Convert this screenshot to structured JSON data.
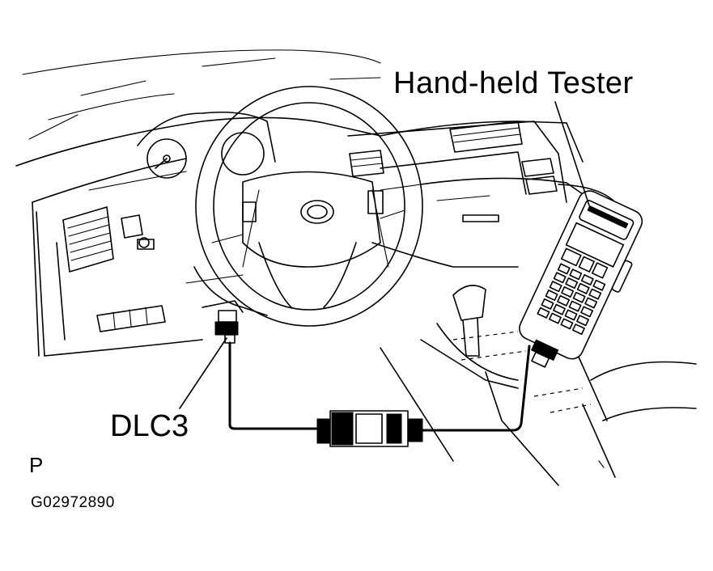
{
  "labels": {
    "tester": "Hand-held  Tester",
    "connector": "DLC3",
    "position_letter": "P",
    "figure_code": "G02972890"
  },
  "diagram": {
    "style": "black line-art service illustration",
    "elements": [
      "dashboard",
      "steering-wheel",
      "gear-shifter",
      "DLC3 connector",
      "cable adapter",
      "hand-held tester"
    ],
    "connections": [
      {
        "from": "DLC3",
        "to": "cable adapter"
      },
      {
        "from": "cable adapter",
        "to": "Hand-held  Tester"
      }
    ]
  }
}
